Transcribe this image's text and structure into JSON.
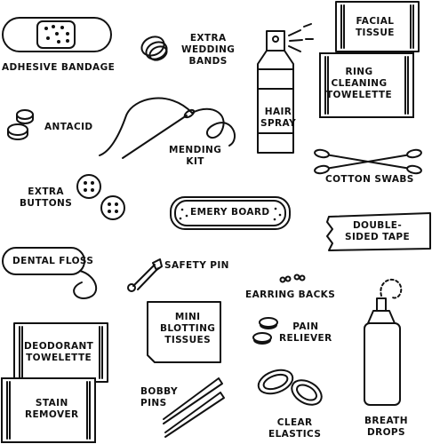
{
  "labels": {
    "adhesive_bandage": "ADHESIVE BANDAGE",
    "extra_wedding_bands": [
      "EXTRA",
      "WEDDING",
      "BANDS"
    ],
    "hair_spray": [
      "HAIR",
      "SPRAY"
    ],
    "facial_tissue": [
      "FACIAL",
      "TISSUE"
    ],
    "ring_cleaning_towelette": [
      "RING",
      "CLEANING",
      "TOWELETTE"
    ],
    "antacid": "ANTACID",
    "mending_kit": [
      "MENDING",
      "KIT"
    ],
    "cotton_swabs": "COTTON SWABS",
    "extra_buttons": [
      "EXTRA",
      "BUTTONS"
    ],
    "emery_board": "EMERY BOARD",
    "double_sided_tape": [
      "DOUBLE-",
      "SIDED TAPE"
    ],
    "dental_floss": "DENTAL FLOSS",
    "safety_pin": "SAFETY PIN",
    "earring_backs": "EARRING BACKS",
    "mini_blotting_tissues": [
      "MINI",
      "BLOTTING",
      "TISSUES"
    ],
    "pain_reliever": [
      "PAIN",
      "RELIEVER"
    ],
    "deodorant_towelette": [
      "DEODORANT",
      "TOWELETTE"
    ],
    "stain_remover": [
      "STAIN",
      "REMOVER"
    ],
    "bobby_pins": [
      "BOBBY",
      "PINS"
    ],
    "clear_elastics": [
      "CLEAR",
      "ELASTICS"
    ],
    "breath_drops": [
      "BREATH",
      "DROPS"
    ]
  }
}
